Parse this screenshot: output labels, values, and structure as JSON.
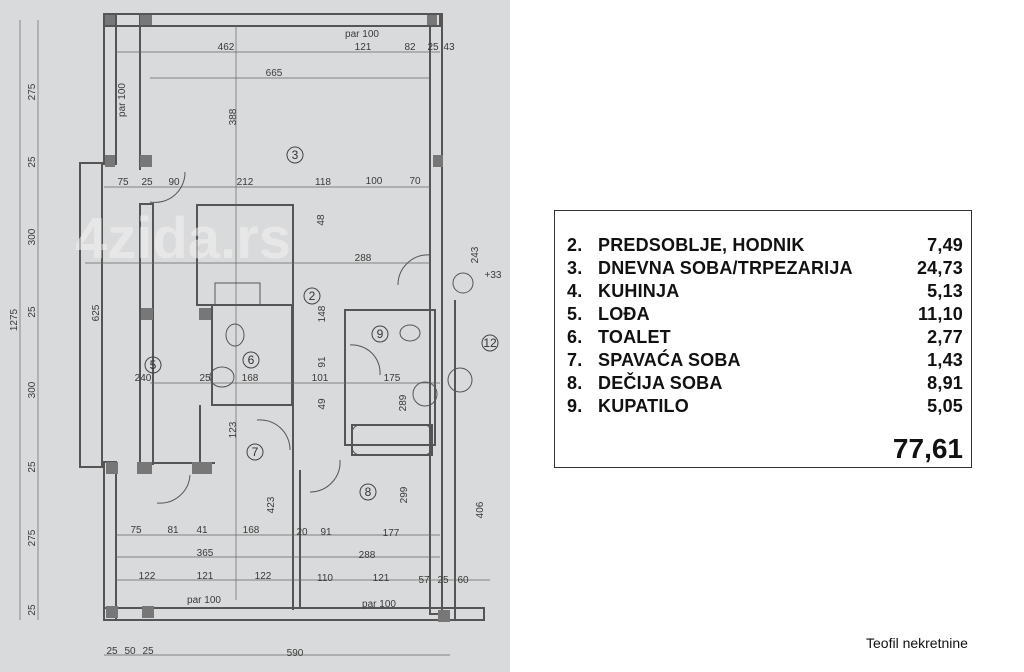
{
  "plan": {
    "watermark": "4zida.rs",
    "rooms": [
      "3",
      "2",
      "9",
      "6",
      "5",
      "7",
      "8",
      "12"
    ],
    "dims": [
      "par 100",
      "462",
      "121",
      "82",
      "25",
      "43",
      "665",
      "388",
      "75",
      "25",
      "90",
      "212",
      "118",
      "100",
      "70",
      "48",
      "288",
      "243",
      "+33",
      "240",
      "25",
      "168",
      "101",
      "175",
      "75",
      "81",
      "41",
      "168",
      "20",
      "91",
      "177",
      "365",
      "288",
      "122",
      "121",
      "122",
      "110",
      "121",
      "57",
      "25",
      "60",
      "par 100",
      "par 100",
      "25",
      "50",
      "25",
      "590",
      "275",
      "25",
      "300",
      "1275",
      "25",
      "300",
      "25",
      "275",
      "25",
      "625",
      "423",
      "299",
      "289",
      "406",
      "123",
      "148",
      "49",
      "91",
      "par 100"
    ]
  },
  "legend": {
    "rows": [
      {
        "no": "2.",
        "name": "PREDSOBLJE, HODNIK",
        "area": "7,49"
      },
      {
        "no": "3.",
        "name": "DNEVNA SOBA/TRPEZARIJA",
        "area": "24,73"
      },
      {
        "no": "4.",
        "name": "KUHINJA",
        "area": "5,13"
      },
      {
        "no": "5.",
        "name": "LOĐA",
        "area": "11,10"
      },
      {
        "no": "6.",
        "name": "TOALET",
        "area": "2,77"
      },
      {
        "no": "7.",
        "name": "SPAVAĆA SOBA",
        "area": "1,43"
      },
      {
        "no": "8.",
        "name": "DEČIJA SOBA",
        "area": "8,91"
      },
      {
        "no": "9.",
        "name": "KUPATILO",
        "area": "5,05"
      }
    ],
    "total": "77,61"
  },
  "credit": "Teofil nekretnine"
}
